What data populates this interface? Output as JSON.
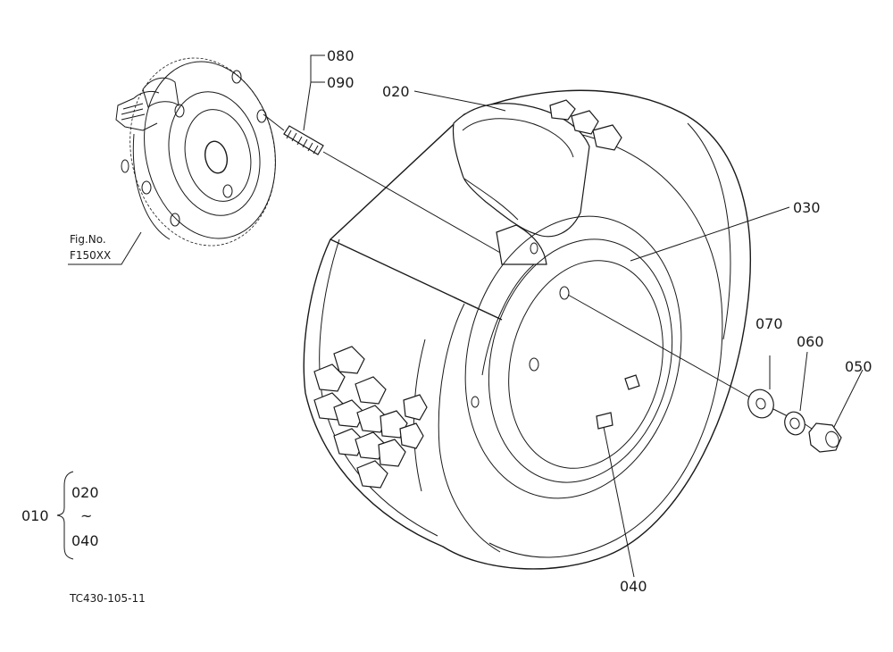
{
  "labels": {
    "p080": "080",
    "p090": "090",
    "p020": "020",
    "p030": "030",
    "p070": "070",
    "p060": "060",
    "p050": "050",
    "p040": "040",
    "fig_line1": "Fig.No.",
    "fig_line2": "F150XX",
    "assembly": "010",
    "range_from": "020",
    "range_tilde": "~",
    "range_to": "040",
    "drawing_code": "TC430-105-11"
  },
  "colors": {
    "line": "#1a1a1a",
    "background": "#ffffff"
  }
}
